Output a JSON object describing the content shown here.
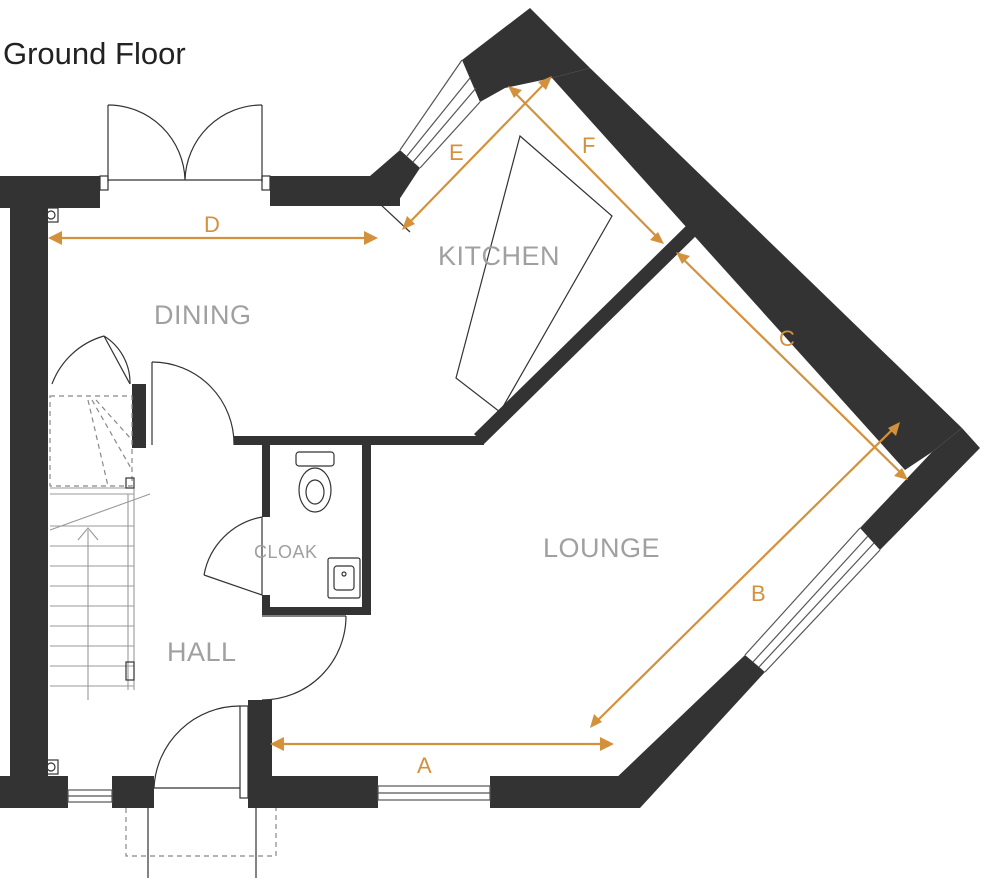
{
  "title": "Ground Floor",
  "rooms": {
    "kitchen": "KITCHEN",
    "dining": "DINING",
    "lounge": "LOUNGE",
    "cloak": "CLOAK",
    "hall": "HALL"
  },
  "dimensions": {
    "a": "A",
    "b": "B",
    "c": "C",
    "d": "D",
    "e": "E",
    "f": "F"
  },
  "colors": {
    "wall": "#333333",
    "dimension": "#d4913c",
    "room_label": "#a0a0a0"
  }
}
